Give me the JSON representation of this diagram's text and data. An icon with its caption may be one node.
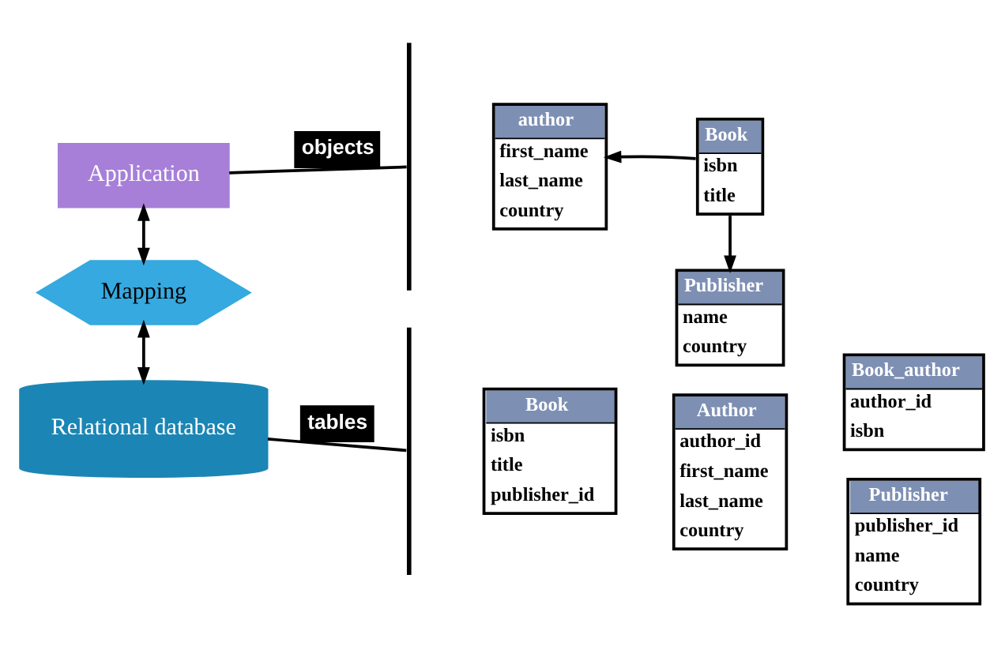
{
  "diagram": {
    "nodes": [
      {
        "text": [
          "Application"
        ]
      },
      {
        "text": [
          "Mapping"
        ]
      },
      {
        "text": [
          "Relational database"
        ]
      },
      {
        "text": [],
        "shape": "brace"
      },
      {
        "text": [
          "author",
          "first_name",
          "last_name",
          "country"
        ]
      },
      {
        "text": [
          "Book",
          "isbn",
          "title"
        ]
      },
      {
        "text": [
          "Publisher",
          "name",
          "country"
        ]
      },
      {
        "text": [],
        "shape": "brace"
      },
      {
        "text": [
          "Book",
          "isbn",
          "title",
          "publisher_id"
        ]
      },
      {
        "text": [
          "Author",
          "author_id",
          "first_name",
          "last_name",
          "country"
        ]
      },
      {
        "text": [
          "Book_author",
          "author_id",
          "isbn"
        ]
      },
      {
        "text": [
          "Publisher",
          "publisher_id",
          "name",
          "country"
        ]
      }
    ],
    "edges": [
      {
        "from": 0,
        "to": 1,
        "arrow": "both"
      },
      {
        "from": 1,
        "to": 2,
        "arrow": "both"
      },
      {
        "from": 0,
        "to": 3,
        "arrow": "none",
        "label": "objects"
      },
      {
        "from": 2,
        "to": 7,
        "arrow": "none",
        "label": "tables"
      },
      {
        "from": 5,
        "to": 4,
        "arrow": "to"
      },
      {
        "from": 5,
        "to": 6,
        "arrow": "to"
      }
    ]
  }
}
